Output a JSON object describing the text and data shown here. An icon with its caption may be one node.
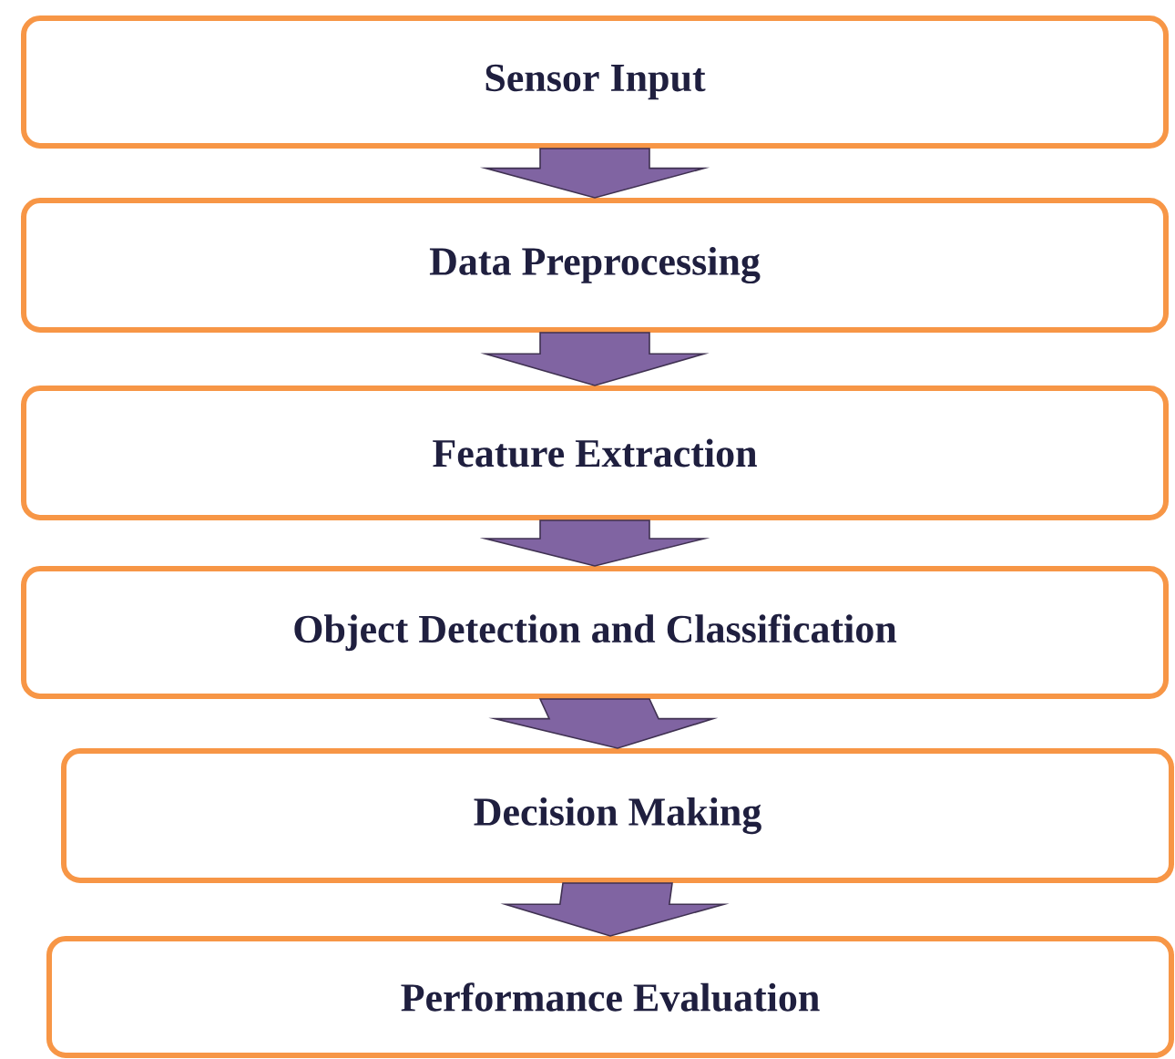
{
  "diagram": {
    "nodes": [
      {
        "text": [
          "Sensor Input"
        ]
      },
      {
        "text": [
          "Data Preprocessing"
        ]
      },
      {
        "text": [
          "Feature Extraction"
        ]
      },
      {
        "text": [
          "Object Detection and Classification"
        ]
      },
      {
        "text": [
          "Decision Making"
        ]
      },
      {
        "text": [
          "Performance Evaluation"
        ]
      }
    ],
    "edges": [
      {
        "from": 0,
        "to": 1,
        "arrow": "to"
      },
      {
        "from": 1,
        "to": 2,
        "arrow": "to"
      },
      {
        "from": 2,
        "to": 3,
        "arrow": "to"
      },
      {
        "from": 3,
        "to": 4,
        "arrow": "to"
      },
      {
        "from": 4,
        "to": 5,
        "arrow": "to"
      }
    ]
  }
}
